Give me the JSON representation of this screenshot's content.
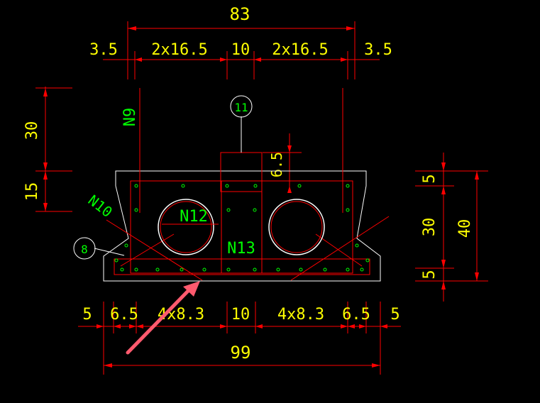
{
  "colors": {
    "background": "#000000",
    "dimension_line": "#ff0000",
    "dimension_text": "#ffff00",
    "outline": "#ffffff",
    "rebar": "#ff0000",
    "bar_dots": "#00ff00",
    "label_green": "#00ff00",
    "arrow": "#ff5a6e"
  },
  "top_dimensions": {
    "overall": "83",
    "segments": [
      "3.5",
      "2x16.5",
      "10",
      "2x16.5",
      "3.5"
    ]
  },
  "bottom_dimensions": {
    "overall": "99",
    "segments": [
      "5",
      "6.5",
      "4x8.3",
      "10",
      "4x8.3",
      "6.5",
      "5"
    ]
  },
  "left_dimensions": [
    "30",
    "15"
  ],
  "right_dimensions": {
    "segments": [
      "5",
      "30",
      "5"
    ],
    "overall": "40"
  },
  "inner_dimension": "6.5",
  "labels": {
    "n9": "N9",
    "n10": "N10",
    "n12": "N12",
    "n13": "N13"
  },
  "callouts": {
    "circle_11": "11",
    "circle_8": "8"
  }
}
